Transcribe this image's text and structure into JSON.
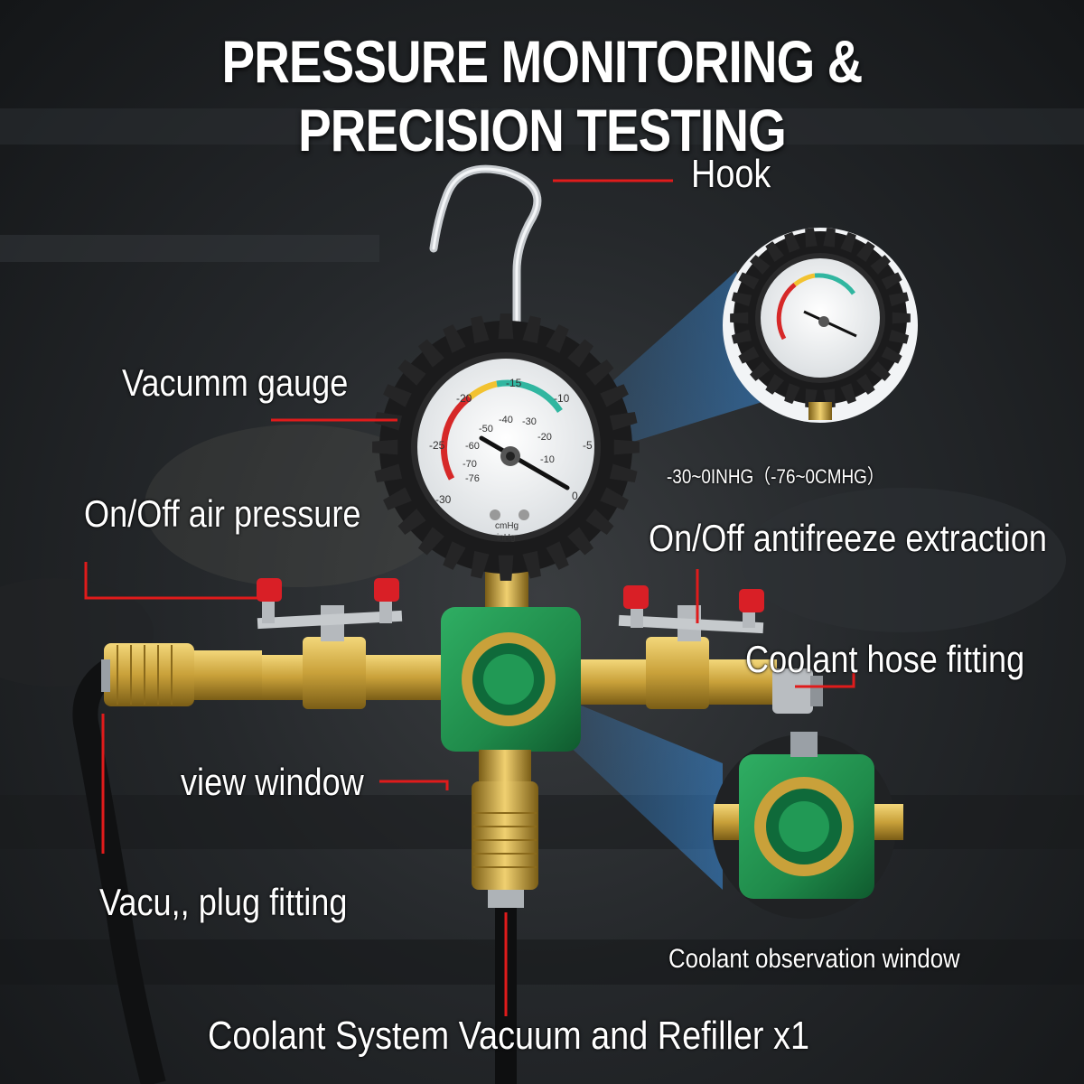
{
  "title": "PRESSURE MONITORING & PRECISION TESTING",
  "labels": {
    "hook": "Hook",
    "vacuum_gauge": "Vacumm gauge",
    "range": "-30~0INHG（-76~0CMHG）",
    "air_pressure": "On/Off air pressure",
    "antifreeze": "On/Off antifreeze extraction",
    "hose_fitting": "Coolant hose fitting",
    "view_window": "view window",
    "plug_fitting": "Vacu,, plug fitting",
    "observation": "Coolant observation window",
    "product": "Coolant System Vacuum and Refiller x1"
  },
  "gauge": {
    "unit_cmhg": "cmHg",
    "unit_inhg": "inHg",
    "outer_ticks": [
      "-30",
      "-25",
      "-20",
      "-15",
      "-10",
      "-5",
      "0"
    ],
    "inner_ticks": [
      "-76",
      "-70",
      "-60",
      "-50",
      "-40",
      "-30",
      "-20",
      "-10"
    ]
  },
  "colors": {
    "leader_line": "#e01b1b",
    "manifold_green": "#1f8a4a",
    "brass": "#c9a13a",
    "valve_cap": "#d91f26"
  }
}
